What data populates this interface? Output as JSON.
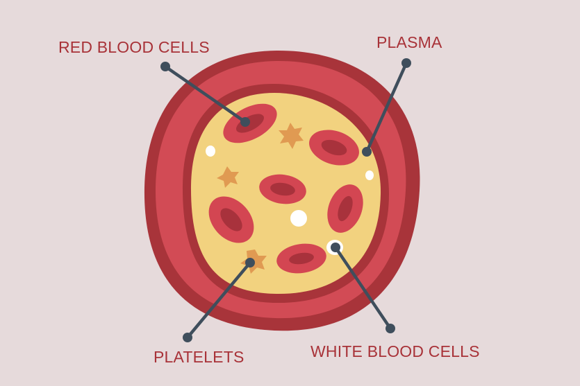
{
  "colors": {
    "background": "#e6dadb",
    "vessel_outer": "#a8343a",
    "vessel_wall": "#d24b55",
    "plasma": "#f2d27f",
    "red_cell": "#d34652",
    "red_cell_center": "#a8323c",
    "platelet": "#e09a52",
    "white_cell": "#ffffff",
    "pointer_line": "#3f4e5c",
    "label_text": "#a83238"
  },
  "labels": {
    "red_blood_cells": "RED BLOOD CELLS",
    "plasma": "PLASMA",
    "platelets": "PLATELETS",
    "white_blood_cells": "WHITE BLOOD CELLS"
  }
}
